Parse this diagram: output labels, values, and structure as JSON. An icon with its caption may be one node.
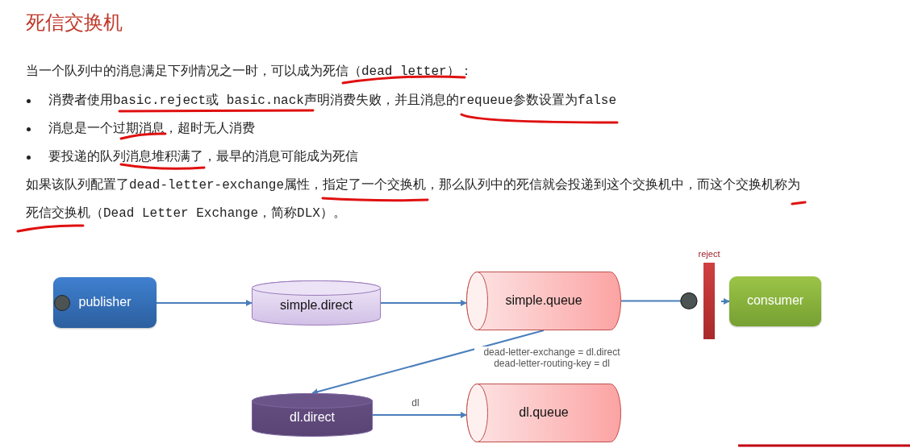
{
  "diagram": {
    "title": "死信交换机",
    "nodes": [
      {
        "text": [
          "publisher"
        ]
      },
      {
        "text": [
          "simple.direct"
        ]
      },
      {
        "text": [
          "simple.queue"
        ]
      },
      {
        "text": [
          "consumer"
        ]
      },
      {
        "text": [
          "dl.direct"
        ]
      },
      {
        "text": [
          "dl.queue"
        ]
      },
      {
        "text": [
          "reject"
        ]
      }
    ],
    "edges": [
      {
        "from": 0,
        "to": 1,
        "arrow": "to"
      },
      {
        "from": 1,
        "to": 2,
        "arrow": "to"
      },
      {
        "from": 2,
        "to": 6,
        "arrow": "other"
      },
      {
        "from": 6,
        "to": 3,
        "arrow": "to"
      },
      {
        "from": 2,
        "to": 4,
        "arrow": "to",
        "label": "dead-letter-exchange = dl.direct dead-letter-routing-key = dl"
      },
      {
        "from": 4,
        "to": 5,
        "arrow": "to",
        "label": "dl"
      }
    ],
    "labels": [
      "当一个队列中的消息满足下列情况之一时，可以成为死信（dead letter）：",
      "消费者使用basic.reject或 basic.nack声明消费失败，并且消息的requeue参数设置为false",
      "消息是一个过期消息，超时无人消费",
      "要投递的队列消息堆积满了，最早的消息可能成为死信",
      "如果该队列配置了dead-letter-exchange属性，指定了一个交换机，那么队列中的死信就会投递到这个交换机中，而这个交换机称为死信交换机（Dead Letter Exchange，简称DLX）。"
    ]
  }
}
